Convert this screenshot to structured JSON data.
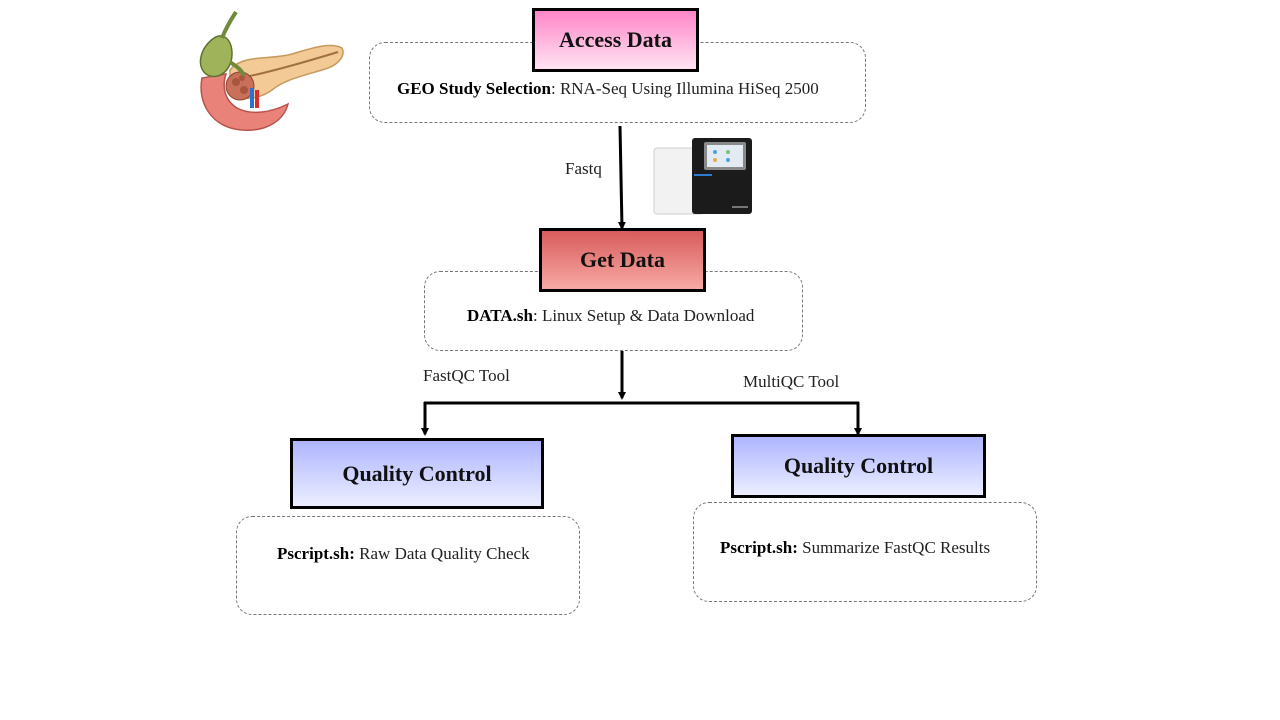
{
  "access": {
    "title": "Access Data",
    "desc_bold": "GEO Study Selection",
    "desc_rest": ": RNA-Seq Using Illumina HiSeq 2500",
    "color_top": "#ff86c8",
    "color_bottom": "#ffe3f2"
  },
  "edge_fastq": "Fastq",
  "get": {
    "title": "Get Data",
    "desc_bold": "DATA.sh",
    "desc_rest": ": Linux Setup & Data Download",
    "color_top": "#d85c5c",
    "color_bottom": "#f7a9a4"
  },
  "edge_fastqc": "FastQC Tool",
  "edge_multiqc": "MultiQC Tool",
  "qc_left": {
    "title": "Quality Control",
    "desc_bold": "Pscript.sh:",
    "desc_rest": " Raw Data Quality Check",
    "color_top": "#aeb5ff",
    "color_bottom": "#eceeff"
  },
  "qc_right": {
    "title": "Quality Control",
    "desc_bold": "Pscript.sh:",
    "desc_rest": " Summarize FastQC Results",
    "color_top": "#aeb5ff",
    "color_bottom": "#eceeff"
  },
  "images": {
    "organ": "pancreas-illustration",
    "device": "sequencer-illustration"
  }
}
